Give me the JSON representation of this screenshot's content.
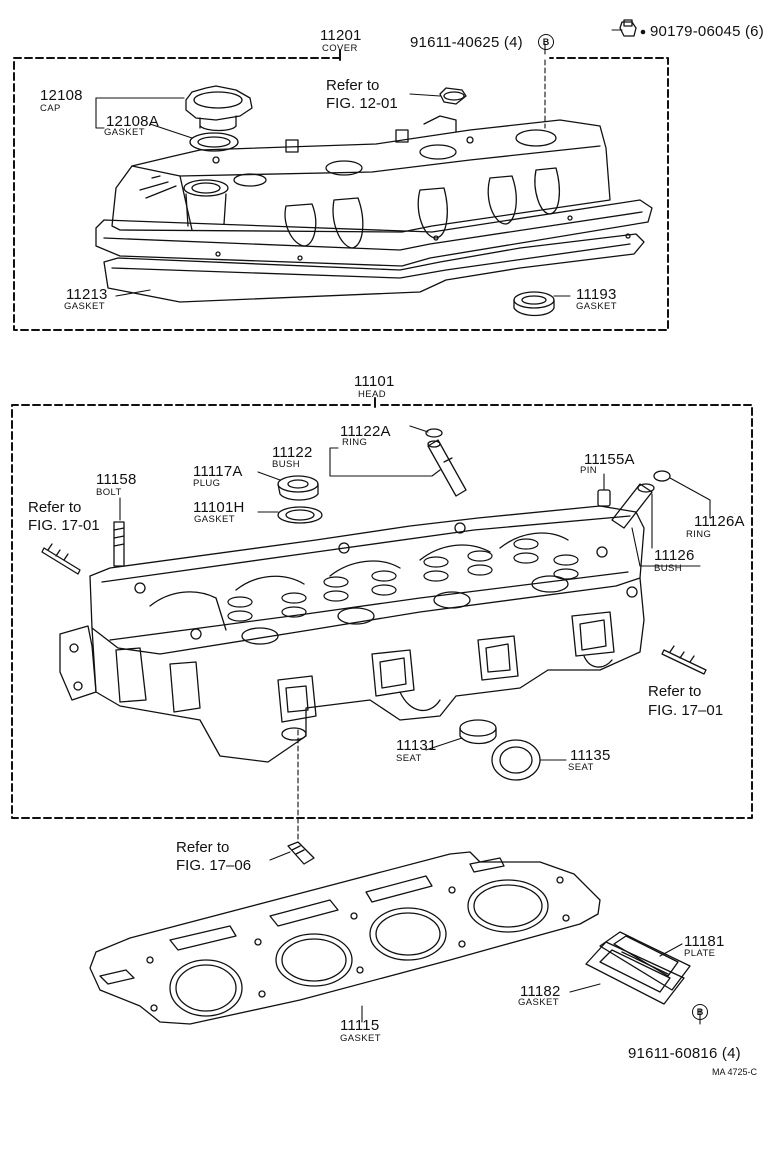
{
  "labels": {
    "cover_pn": "11201",
    "cover_name": "COVER",
    "bolt_cover_pn": "91611-40625 (4)",
    "bolt_cover_mark": "B",
    "nut_pn": "90179-06045 (6)",
    "cap_pn": "12108",
    "cap_name": "CAP",
    "cap_gasket_pn": "12108A",
    "cap_gasket_name": "GASKET",
    "ref_1201_a": "Refer to",
    "ref_1201_b": "FIG. 12-01",
    "cover_gasket_pn": "11213",
    "cover_gasket_name": "GASKET",
    "plug_gasket_pn": "11193",
    "plug_gasket_name": "GASKET",
    "head_pn": "11101",
    "head_name": "HEAD",
    "ring_a_pn": "11122A",
    "ring_a_name": "RING",
    "bush_pn": "11122",
    "bush_name": "BUSH",
    "plug_pn": "11117A",
    "plug_name": "PLUG",
    "head_gasket_h_pn": "11101H",
    "head_gasket_h_name": "GASKET",
    "bolt_pn": "11158",
    "bolt_name": "BOLT",
    "ref_1701_left_a": "Refer to",
    "ref_1701_left_b": "FIG. 17-01",
    "pin_pn": "11155A",
    "pin_name": "PIN",
    "ring126a_pn": "11126A",
    "ring126a_name": "RING",
    "bush126_pn": "11126",
    "bush126_name": "BUSH",
    "ref_1701_right_a": "Refer to",
    "ref_1701_right_b": "FIG. 17–01",
    "seat131_pn": "11131",
    "seat131_name": "SEAT",
    "seat135_pn": "11135",
    "seat135_name": "SEAT",
    "ref_1706_a": "Refer to",
    "ref_1706_b": "FIG. 17–06",
    "plate_pn": "11181",
    "plate_name": "PLATE",
    "plate_gasket_pn": "11182",
    "plate_gasket_name": "GASKET",
    "head_gasket_pn": "11115",
    "head_gasket_name": "GASKET",
    "bolt_plate_pn": "91611-60816 (4)",
    "bolt_plate_mark": "B",
    "drawing_code": "MA 4725-C"
  }
}
